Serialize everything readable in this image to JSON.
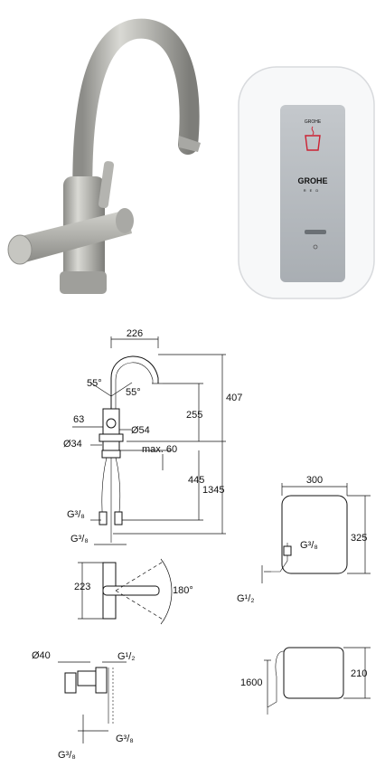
{
  "boiler_logo": {
    "brand": "GROHE",
    "sub": "RED"
  },
  "mixer_dims": {
    "reach": "226",
    "spout_height": "407",
    "angle_left": "55°",
    "angle_right": "55°",
    "spout_vertical": "255",
    "base_offset": "63",
    "body_diameter": "Ø54",
    "base_diameter": "Ø34",
    "max_deck": "max. 60",
    "hose_length": "445",
    "total_length": "1345",
    "connection_1": "G³/₈",
    "connection_2": "G³/₈"
  },
  "rotation_dims": {
    "lever_height": "223",
    "rotation_angle": "180°"
  },
  "boiler_dims": {
    "width": "300",
    "height": "325",
    "inlet": "G³/₈",
    "outlet": "G¹/₂"
  },
  "filter_dims": {
    "diameter": "Ø40",
    "inlet": "G¹/₂",
    "outlet_right": "G³/₈",
    "outlet_bottom": "G³/₈"
  },
  "boiler_mount_dims": {
    "hose": "1600",
    "depth": "210"
  }
}
